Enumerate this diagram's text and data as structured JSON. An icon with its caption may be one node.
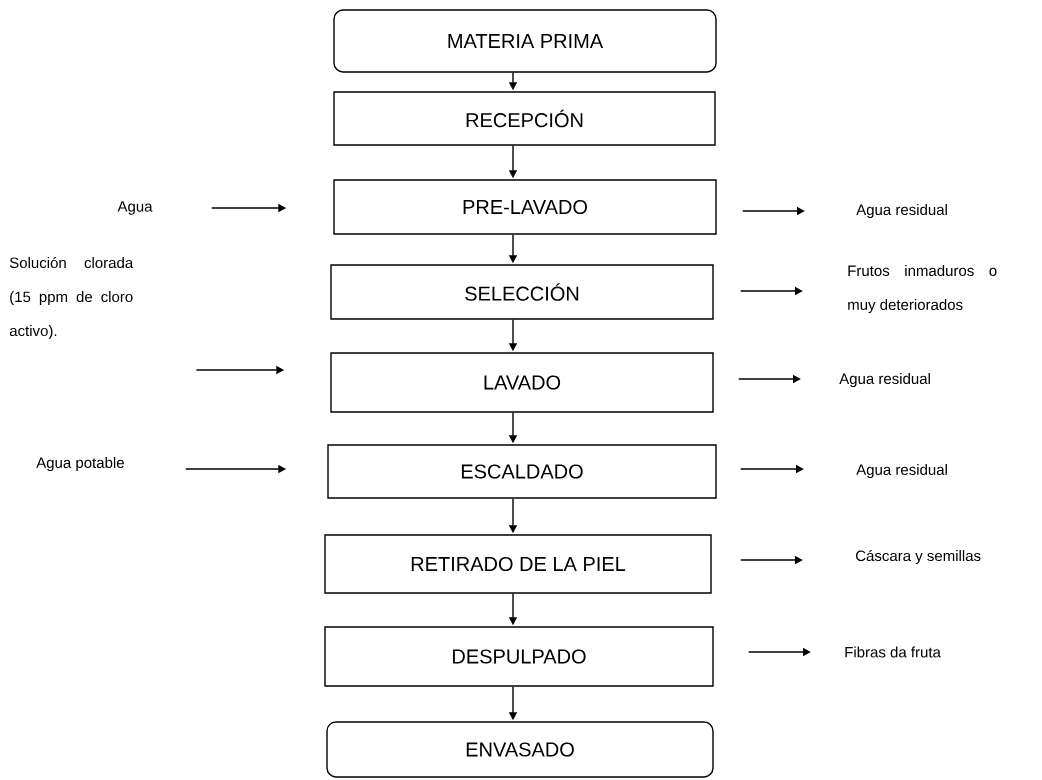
{
  "diagram": {
    "nodes": [
      {
        "text": [
          "MATERIA PRIMA"
        ]
      },
      {
        "text": [
          "RECEPCIÓN"
        ]
      },
      {
        "text": [
          "PRE-LAVADO"
        ]
      },
      {
        "text": [
          "SELECCIÓN"
        ]
      },
      {
        "text": [
          "LAVADO"
        ]
      },
      {
        "text": [
          "ESCALDADO"
        ]
      },
      {
        "text": [
          "RETIRADO DE LA PIEL"
        ]
      },
      {
        "text": [
          "DESPULPADO"
        ]
      },
      {
        "text": [
          "ENVASADO"
        ]
      },
      {
        "text": [
          "Agua"
        ]
      },
      {
        "text": [
          "Agua residual"
        ]
      },
      {
        "text": [
          "Frutos inmaduros o muy deteriorados"
        ]
      },
      {
        "text": [
          "Solución clorada (15 ppm de cloro activo)."
        ]
      },
      {
        "text": [
          "Agua residual"
        ]
      },
      {
        "text": [
          "Agua potable"
        ]
      },
      {
        "text": [
          "Agua residual"
        ]
      },
      {
        "text": [
          "Cáscara y semillas"
        ]
      },
      {
        "text": [
          "Fibras da fruta"
        ]
      }
    ],
    "edges": [
      {
        "from": 0,
        "to": 1,
        "arrow": "to"
      },
      {
        "from": 1,
        "to": 2,
        "arrow": "to"
      },
      {
        "from": 2,
        "to": 3,
        "arrow": "to"
      },
      {
        "from": 3,
        "to": 4,
        "arrow": "to"
      },
      {
        "from": 4,
        "to": 5,
        "arrow": "to"
      },
      {
        "from": 5,
        "to": 6,
        "arrow": "to"
      },
      {
        "from": 6,
        "to": 7,
        "arrow": "to"
      },
      {
        "from": 7,
        "to": 8,
        "arrow": "to"
      },
      {
        "from": 9,
        "to": 2,
        "arrow": "to"
      },
      {
        "from": 2,
        "to": 10,
        "arrow": "to"
      },
      {
        "from": 3,
        "to": 11,
        "arrow": "to"
      },
      {
        "from": 12,
        "to": 4,
        "arrow": "to"
      },
      {
        "from": 4,
        "to": 13,
        "arrow": "to"
      },
      {
        "from": 14,
        "to": 5,
        "arrow": "to"
      },
      {
        "from": 5,
        "to": 15,
        "arrow": "to"
      },
      {
        "from": 6,
        "to": 16,
        "arrow": "to"
      },
      {
        "from": 7,
        "to": 17,
        "arrow": "to"
      }
    ]
  }
}
